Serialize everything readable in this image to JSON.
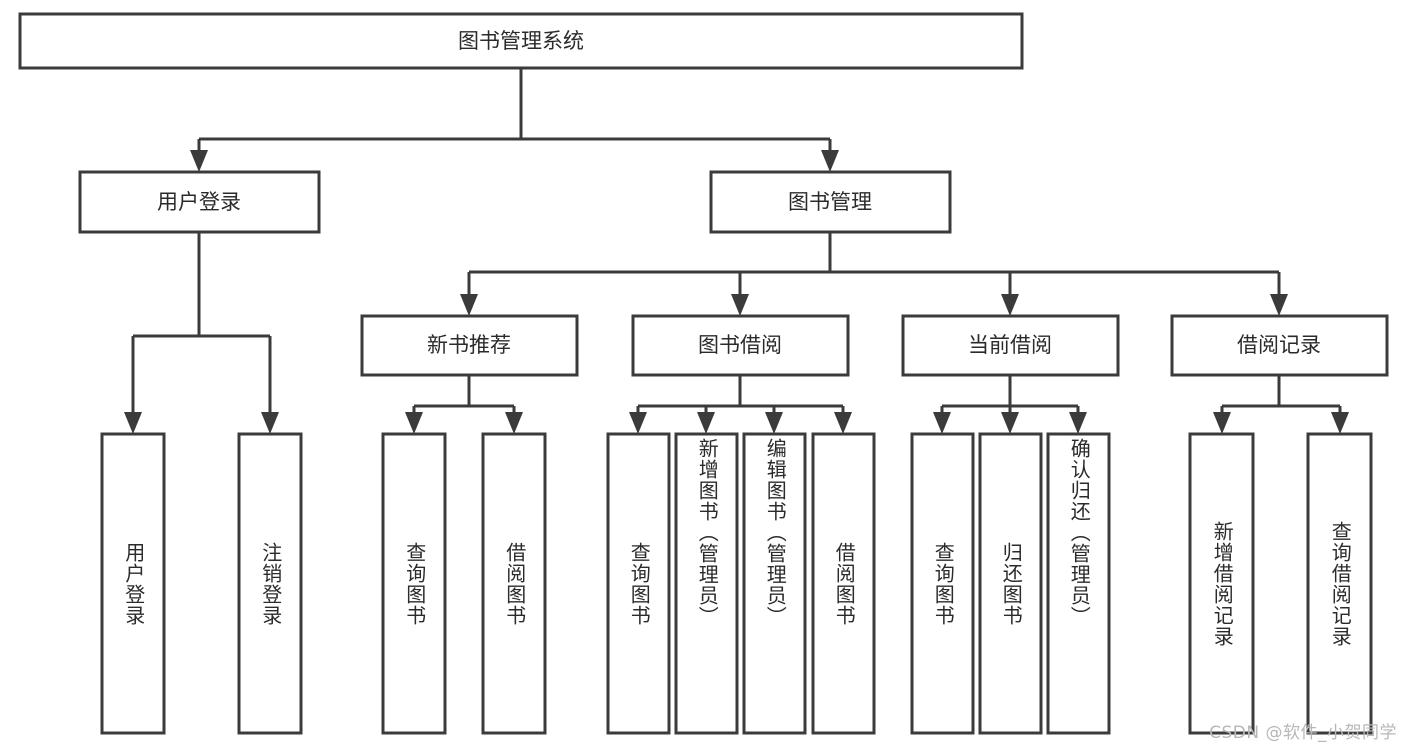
{
  "diagram": {
    "title": "图书管理系统",
    "type": "tree-hierarchy-diagram",
    "watermark": "CSDN @软件_小贺同学",
    "colors": {
      "stroke": "#3b3b3b",
      "fill": "#ffffff",
      "text": "#2b2b2b",
      "background": "#ffffff",
      "watermark": "#b7b7b7"
    },
    "root": {
      "id": "root",
      "label": "图书管理系统",
      "orientation": "horizontal"
    },
    "level1": [
      {
        "id": "user-login",
        "label": "用户登录",
        "orientation": "horizontal"
      },
      {
        "id": "book-manage",
        "label": "图书管理",
        "orientation": "horizontal"
      }
    ],
    "level2": [
      {
        "id": "new-book-recommend",
        "label": "新书推荐",
        "parent": "book-manage",
        "orientation": "horizontal"
      },
      {
        "id": "book-borrow",
        "label": "图书借阅",
        "parent": "book-manage",
        "orientation": "horizontal"
      },
      {
        "id": "current-borrow",
        "label": "当前借阅",
        "parent": "book-manage",
        "orientation": "horizontal"
      },
      {
        "id": "borrow-record",
        "label": "借阅记录",
        "parent": "book-manage",
        "orientation": "horizontal"
      }
    ],
    "leaves": [
      {
        "id": "leaf-user-login",
        "label": "用户登录",
        "parent": "user-login",
        "orientation": "vertical",
        "align": "center"
      },
      {
        "id": "leaf-logout-login",
        "label": "注销登录",
        "parent": "user-login",
        "orientation": "vertical",
        "align": "center"
      },
      {
        "id": "leaf-query-book-1",
        "label": "查询图书",
        "parent": "new-book-recommend",
        "orientation": "vertical",
        "align": "center"
      },
      {
        "id": "leaf-borrow-book-1",
        "label": "借阅图书",
        "parent": "new-book-recommend",
        "orientation": "vertical",
        "align": "center"
      },
      {
        "id": "leaf-query-book-2",
        "label": "查询图书",
        "parent": "book-borrow",
        "orientation": "vertical",
        "align": "center"
      },
      {
        "id": "leaf-add-book-admin",
        "label": "新增图书（管理员）",
        "parent": "book-borrow",
        "orientation": "vertical",
        "align": "start"
      },
      {
        "id": "leaf-edit-book-admin",
        "label": "编辑图书（管理员）",
        "parent": "book-borrow",
        "orientation": "vertical",
        "align": "start"
      },
      {
        "id": "leaf-borrow-book-2",
        "label": "借阅图书",
        "parent": "book-borrow",
        "orientation": "vertical",
        "align": "center"
      },
      {
        "id": "leaf-query-book-3",
        "label": "查询图书",
        "parent": "current-borrow",
        "orientation": "vertical",
        "align": "center"
      },
      {
        "id": "leaf-return-book",
        "label": "归还图书",
        "parent": "current-borrow",
        "orientation": "vertical",
        "align": "center"
      },
      {
        "id": "leaf-confirm-return-admin",
        "label": "确认归还（管理员）",
        "parent": "current-borrow",
        "orientation": "vertical",
        "align": "start"
      },
      {
        "id": "leaf-add-borrow-record",
        "label": "新增借阅记录",
        "parent": "borrow-record",
        "orientation": "vertical",
        "align": "center"
      },
      {
        "id": "leaf-query-borrow-record",
        "label": "查询借阅记录",
        "parent": "borrow-record",
        "orientation": "vertical",
        "align": "center"
      }
    ]
  }
}
